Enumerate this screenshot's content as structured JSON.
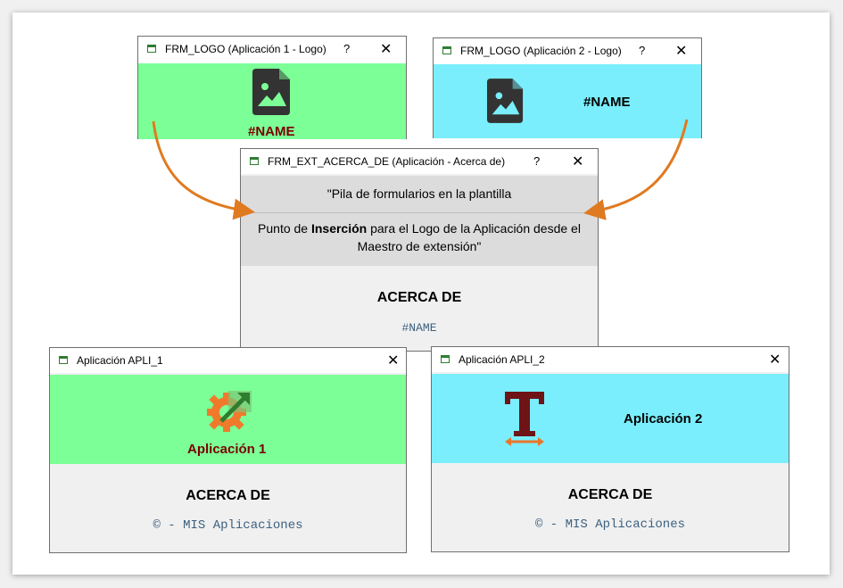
{
  "window_logo_1": {
    "title": "FRM_LOGO (Aplicación 1 - Logo)",
    "help": "?",
    "close": "✕",
    "name_text": "#NAME",
    "bg_color": "#7cff97",
    "name_color": "#7a0000"
  },
  "window_logo_2": {
    "title": "FRM_LOGO (Aplicación 2 - Logo)",
    "help": "?",
    "close": "✕",
    "name_text": "#NAME",
    "bg_color": "#7aeefc"
  },
  "window_acerca": {
    "title": "FRM_EXT_ACERCA_DE (Aplicación - Acerca de)",
    "help": "?",
    "close": "✕",
    "stack_text": "\"Pila de formularios en la plantilla",
    "insert_prefix": "Punto de ",
    "insert_bold": "Inserción",
    "insert_suffix": " para el Logo de la Aplicación desde el",
    "insert_line2": "Maestro de extensión\"",
    "heading": "ACERCA DE",
    "name_text": "#NAME"
  },
  "window_apli_1": {
    "title": "Aplicación APLI_1",
    "close": "✕",
    "app_name": "Aplicación 1",
    "heading": "ACERCA DE",
    "footer": "© - MIS Aplicaciones",
    "bg_color": "#7cff97",
    "name_color": "#7a0000"
  },
  "window_apli_2": {
    "title": "Aplicación APLI_2",
    "close": "✕",
    "app_name": "Aplicación 2",
    "heading": "ACERCA DE",
    "footer": "© - MIS Aplicaciones",
    "bg_color": "#7aeefc"
  },
  "colors": {
    "arrow": "#e07a20",
    "gray_band": "#dcdcdc",
    "body_gray": "#f0f0f0",
    "mono_text": "#3c6080"
  },
  "icons": [
    "window-icon",
    "image-placeholder-icon",
    "gear-arrow-logo-icon",
    "letter-t-logo-icon"
  ]
}
